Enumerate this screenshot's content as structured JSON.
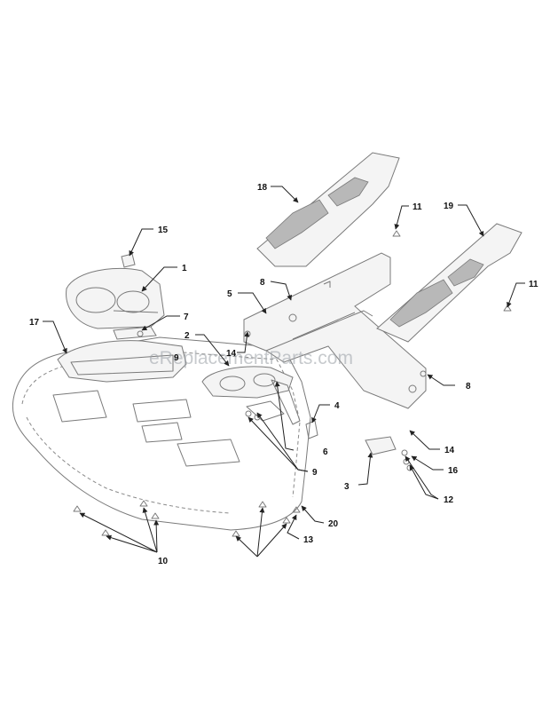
{
  "watermark": "eReplacementParts.com",
  "callouts": {
    "c1": "1",
    "c2": "2",
    "c3": "3",
    "c4": "4",
    "c5": "5",
    "c6": "6",
    "c7": "7",
    "c8a": "8",
    "c8b": "8",
    "c9a": "9",
    "c9b": "9",
    "c10": "10",
    "c11a": "11",
    "c11b": "11",
    "c12": "12",
    "c13": "13",
    "c14a": "14",
    "c14b": "14",
    "c15": "15",
    "c16": "16",
    "c17": "17",
    "c18": "18",
    "c19": "19",
    "c20": "20"
  }
}
